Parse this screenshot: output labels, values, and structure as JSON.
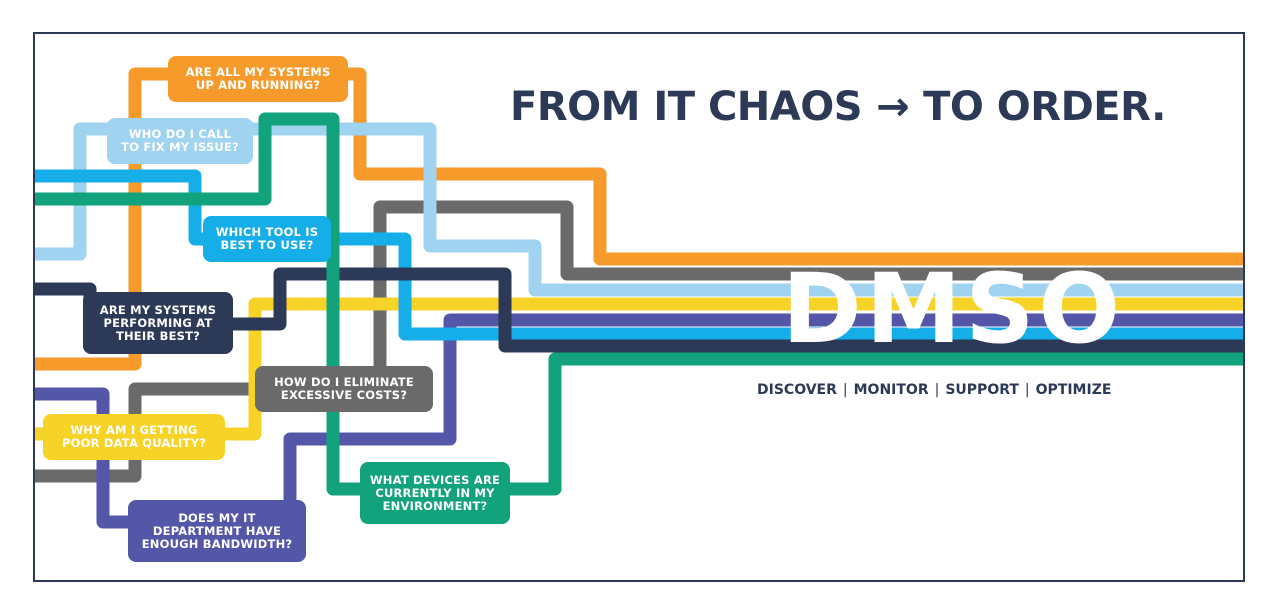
{
  "colors": {
    "navy": "#2c3a57",
    "orange": "#f59a2b",
    "light_blue": "#9fd3f0",
    "blue": "#15aee8",
    "green": "#12a27c",
    "gray": "#6a6a6a",
    "yellow": "#f7d327",
    "purple": "#5457a8",
    "white": "#ffffff"
  },
  "headline": {
    "left": "FROM IT CHAOS",
    "arrow": "→",
    "right": "TO ORDER."
  },
  "brand": "DMSO",
  "tagline": [
    "DISCOVER",
    "MONITOR",
    "SUPPORT",
    "OPTIMIZE"
  ],
  "tagline_separator": "|",
  "questions": {
    "systems_up": "ARE ALL MY SYSTEMS\nUP AND RUNNING?",
    "who_call": "WHO DO I CALL\nTO FIX MY ISSUE?",
    "which_tool": "WHICH TOOL IS\nBEST TO USE?",
    "performing": "ARE MY SYSTEMS\nPERFORMING AT\nTHEIR BEST?",
    "costs": "HOW DO I ELIMINATE\nEXCESSIVE COSTS?",
    "data_quality": "WHY AM I GETTING\nPOOR DATA QUALITY?",
    "devices": "WHAT DEVICES ARE\nCURRENTLY IN MY\nENVIRONMENT?",
    "bandwidth": "DOES MY IT\nDEPARTMENT HAVE\nENOUGH BANDWIDTH?"
  }
}
